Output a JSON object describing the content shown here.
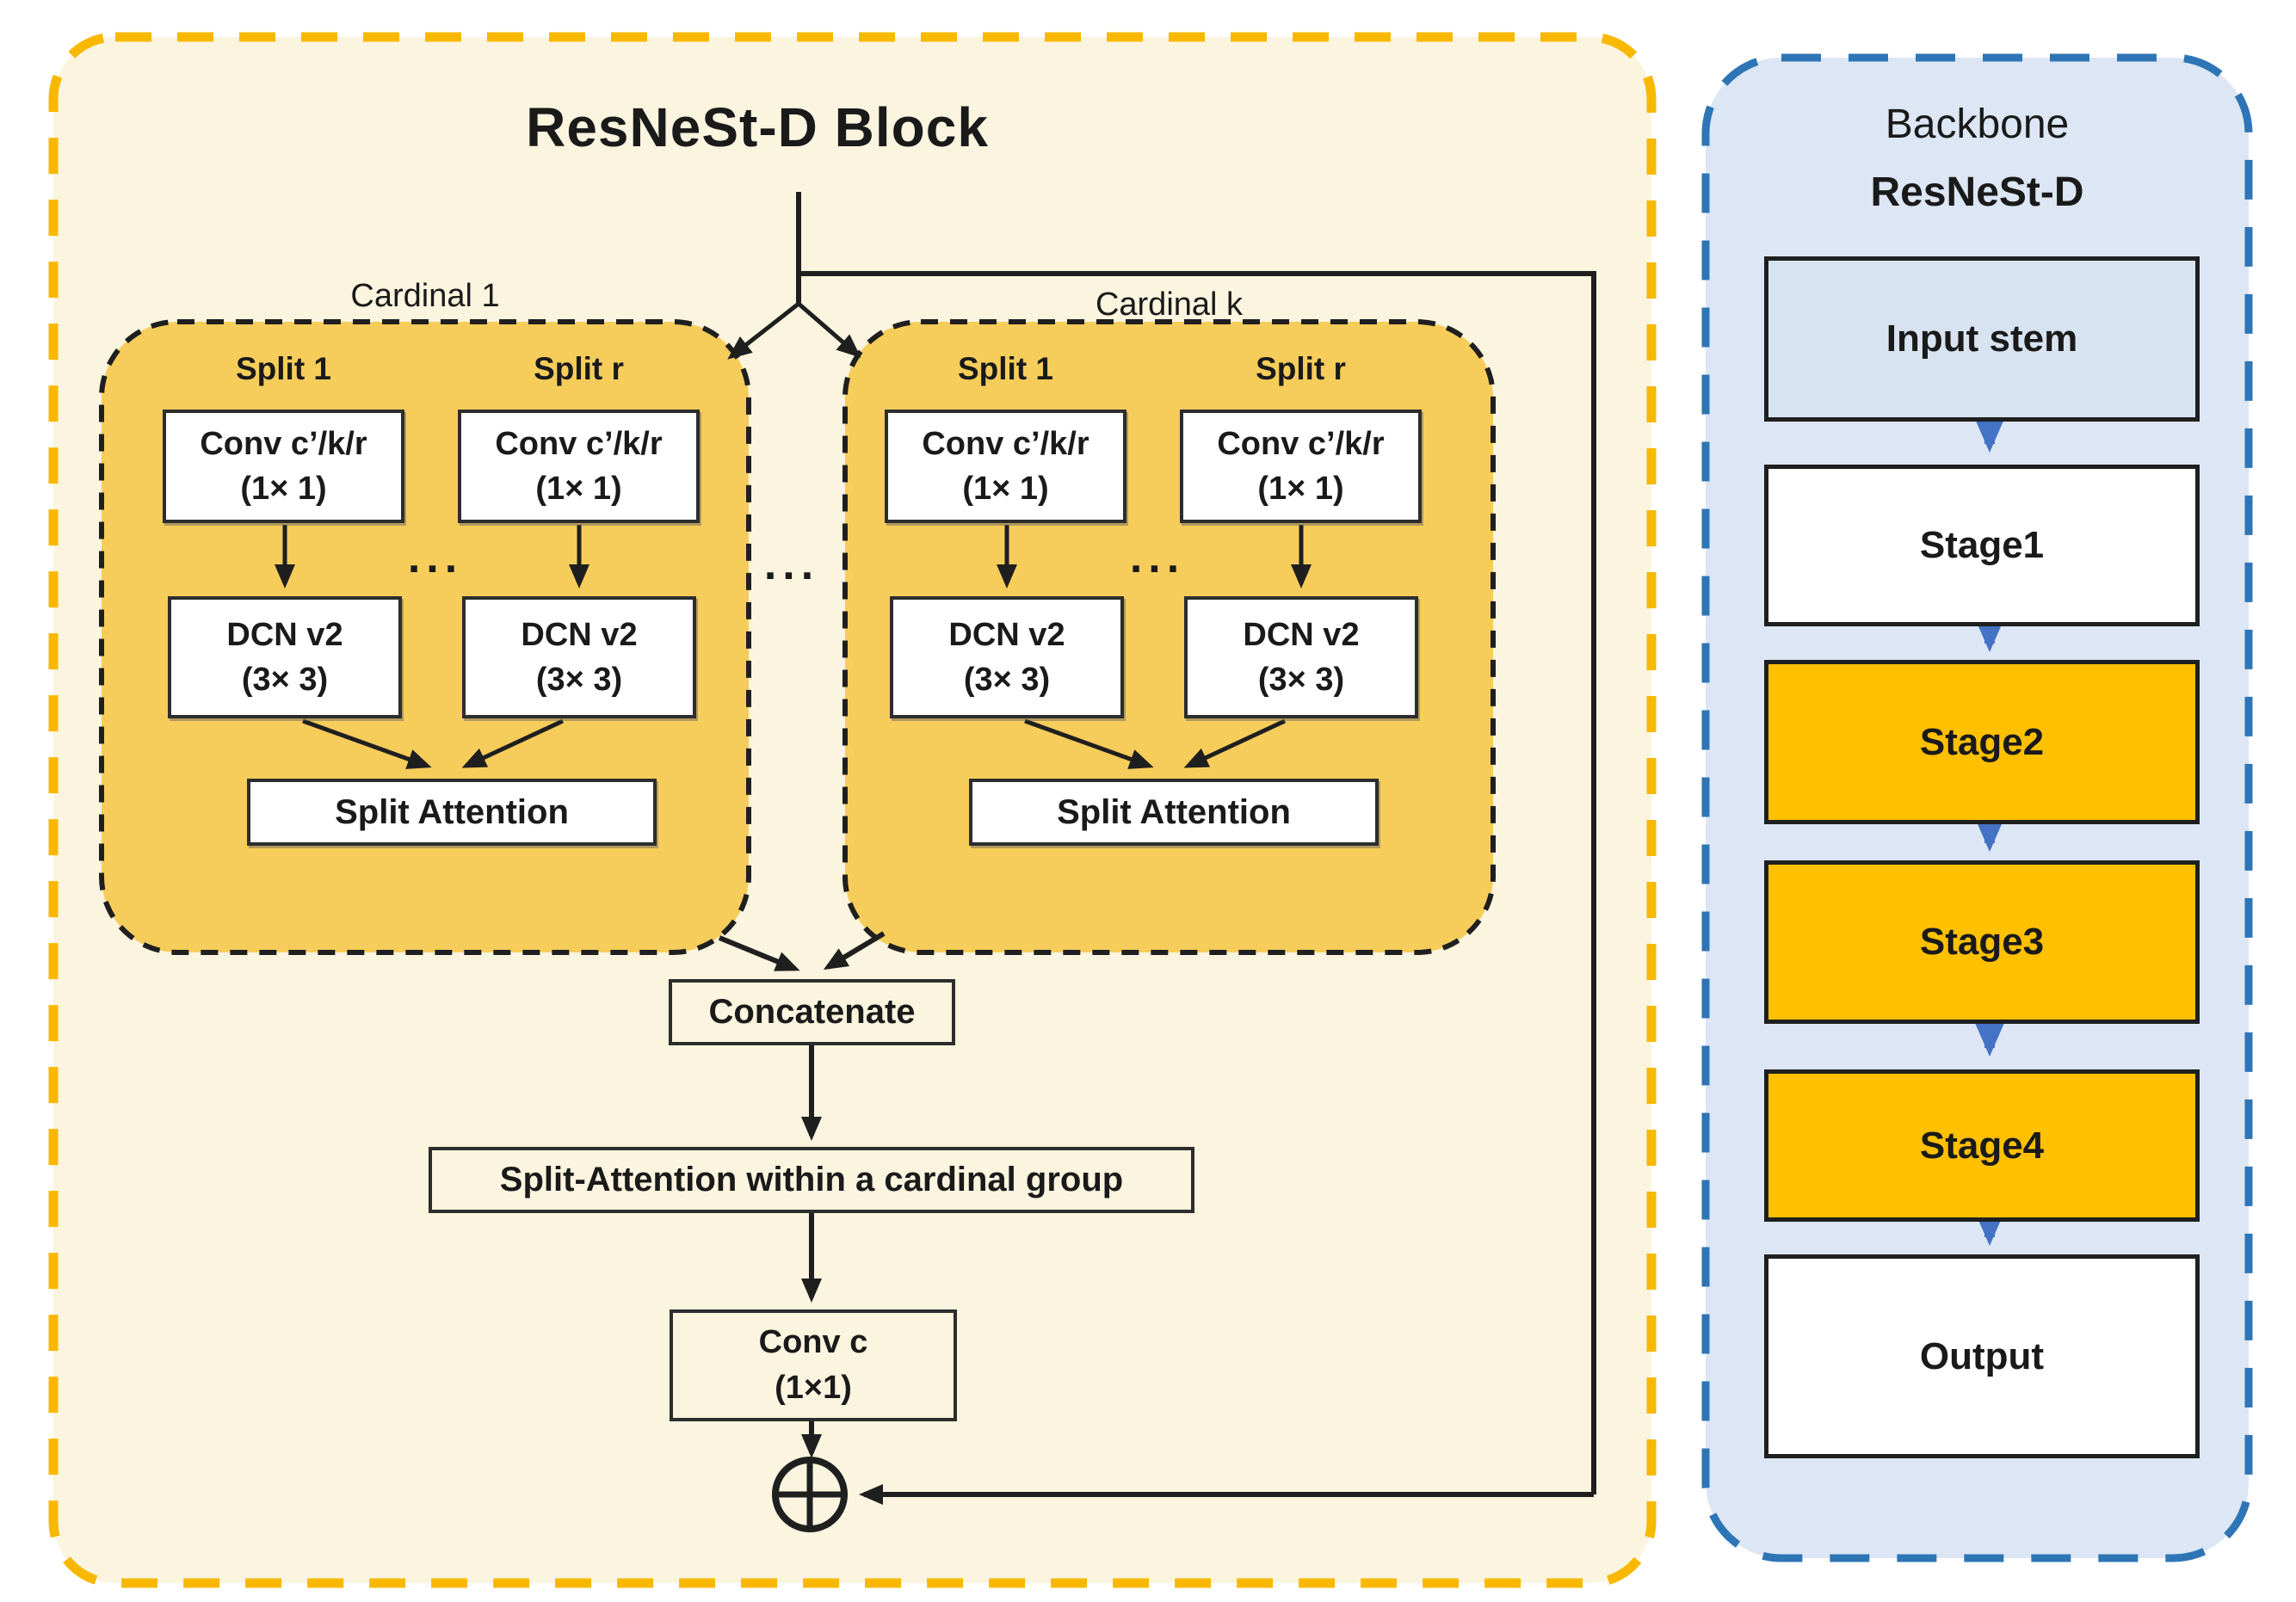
{
  "figure": {
    "block": {
      "title": "ResNeSt-D Block",
      "cardinals": [
        {
          "label": "Cardinal 1",
          "split_left": "Split 1",
          "split_right": "Split r",
          "conv_line1": "Conv c’/k/r",
          "conv_line2": "(1× 1)",
          "dcn_line1": "DCN v2",
          "dcn_line2": "(3× 3)",
          "dots": "...",
          "attention": "Split Attention"
        },
        {
          "label": "Cardinal k",
          "split_left": "Split 1",
          "split_right": "Split r",
          "conv_line1": "Conv c’/k/r",
          "conv_line2": "(1× 1)",
          "dcn_line1": "DCN v2",
          "dcn_line2": "(3× 3)",
          "dots": "...",
          "attention": "Split Attention"
        }
      ],
      "between_dots": "...",
      "concatenate": "Concatenate",
      "cardinal_attention": "Split-Attention within a cardinal group",
      "conv_c_line1": "Conv c",
      "conv_c_line2": "(1×1)",
      "sum_symbol": "circle-plus"
    },
    "backbone": {
      "title_line1": "Backbone",
      "title_line2": "ResNeSt-D",
      "stages": [
        {
          "label": "Input stem",
          "style": "blue"
        },
        {
          "label": "Stage1",
          "style": "white"
        },
        {
          "label": "Stage2",
          "style": "orange"
        },
        {
          "label": "Stage3",
          "style": "orange"
        },
        {
          "label": "Stage4",
          "style": "orange"
        },
        {
          "label": "Output",
          "style": "white"
        }
      ]
    },
    "colors": {
      "outer_panel_bg": "#FBF4DF",
      "outer_panel_border": "#F8B800",
      "cardinal_bg": "#F6CD5B",
      "cardinal_border": "#1f1f1f",
      "stage_orange": "#FFC000",
      "backbone_panel_bg": "#DCE6F4",
      "backbone_panel_border": "#2E75B6",
      "backbone_arrow": "#4472C4",
      "connector_black": "#1f1f1f"
    }
  }
}
